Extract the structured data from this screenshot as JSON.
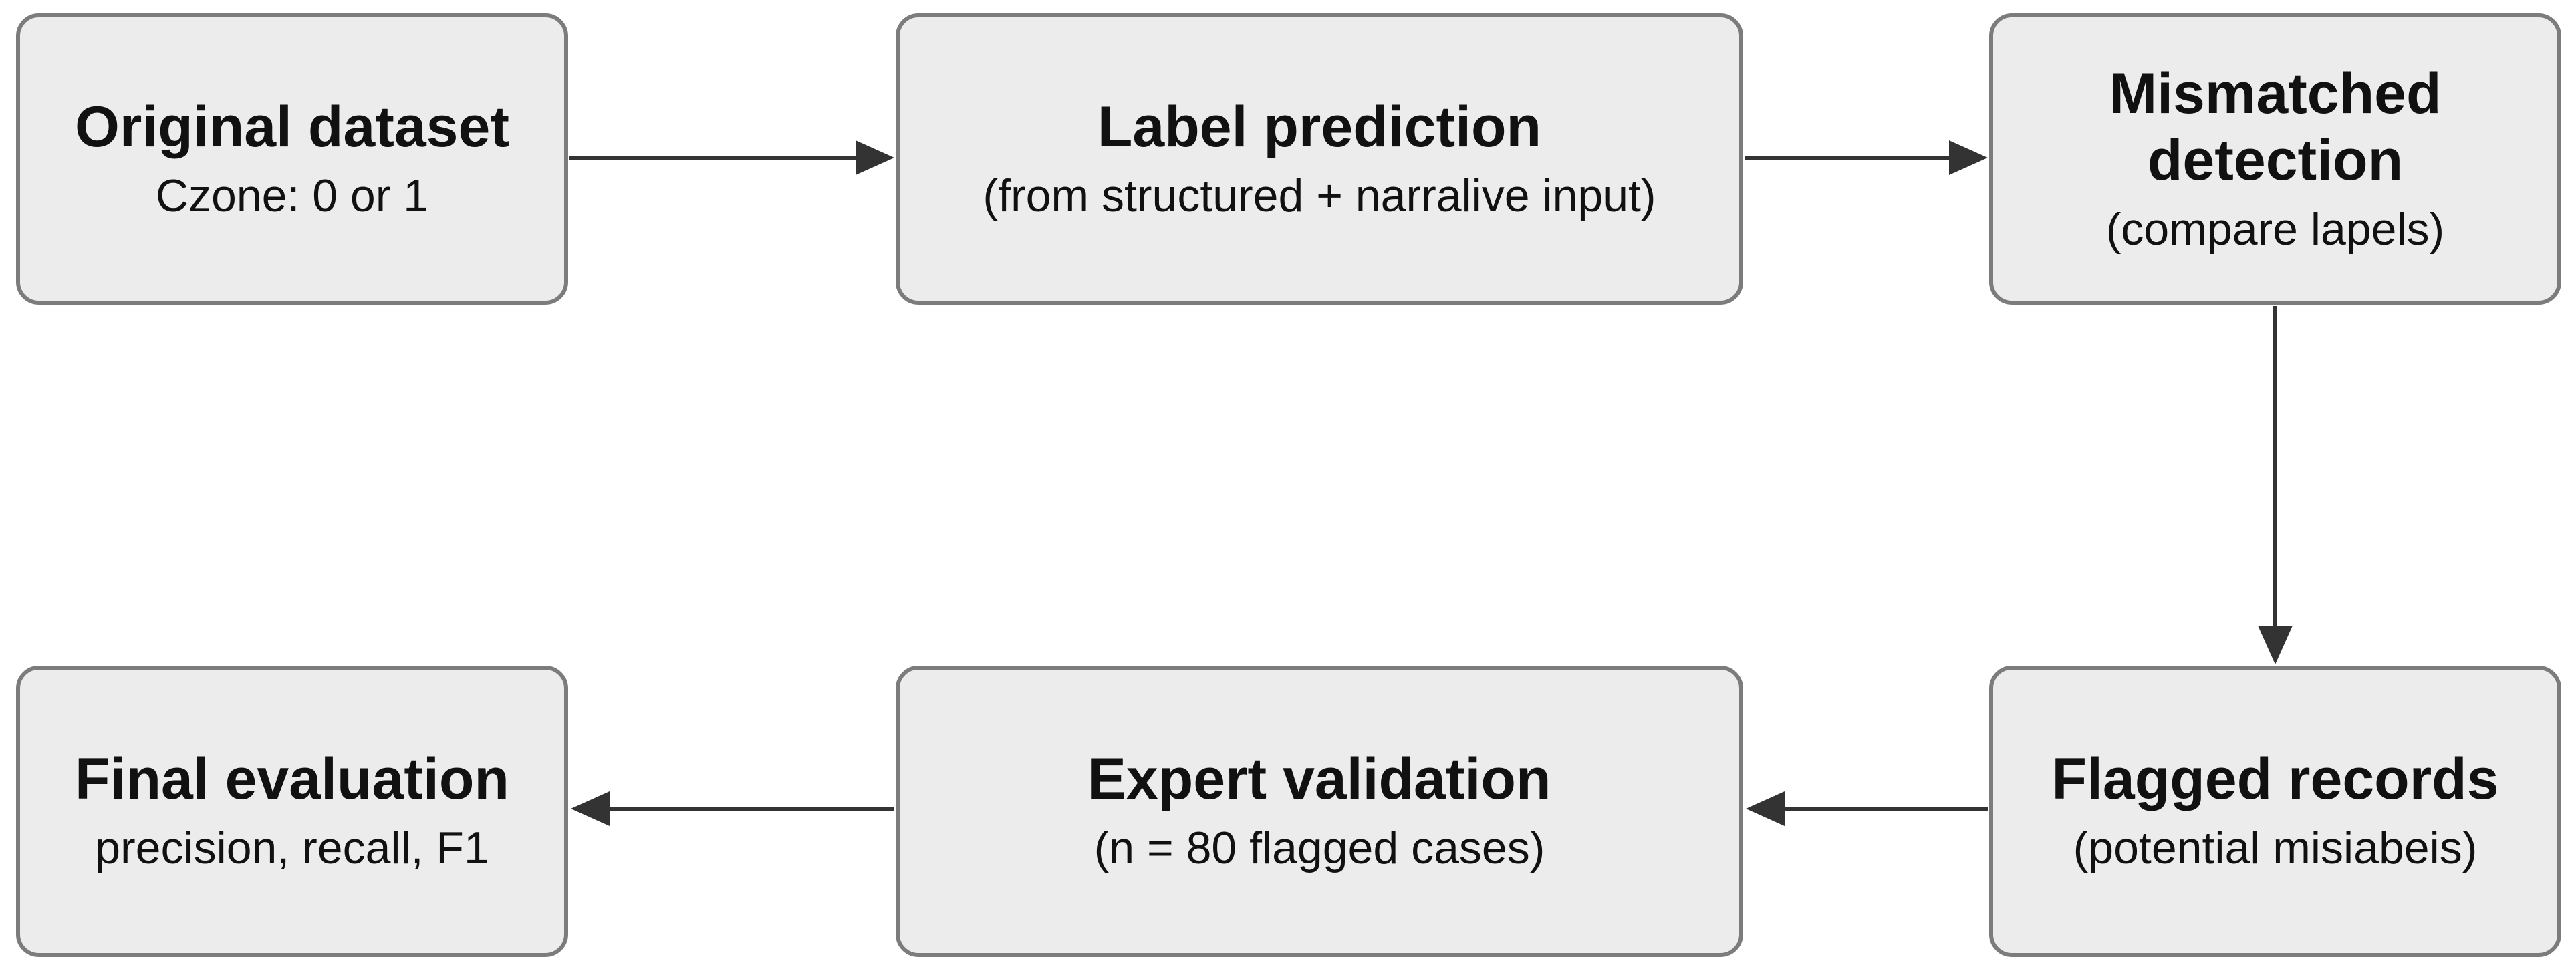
{
  "nodes": {
    "original": {
      "title": "Original dataset",
      "sub": "Czone: 0 or 1"
    },
    "predict": {
      "title": "Label prediction",
      "sub": "(from structured + narralive input)"
    },
    "mismatch": {
      "title": "Mismatched\ndetection",
      "sub": "(compare lapels)"
    },
    "flagged": {
      "title": "Flagged records",
      "sub": "(potential misiabeis)"
    },
    "expert": {
      "title": "Expert validation",
      "sub": "(n = 80 flagged cases)"
    },
    "final": {
      "title": "Final evaluation",
      "sub": "precision, recall, F1"
    }
  },
  "colors": {
    "node_fill": "#ececec",
    "node_border": "#7c7c7c",
    "arrow": "#333333"
  }
}
